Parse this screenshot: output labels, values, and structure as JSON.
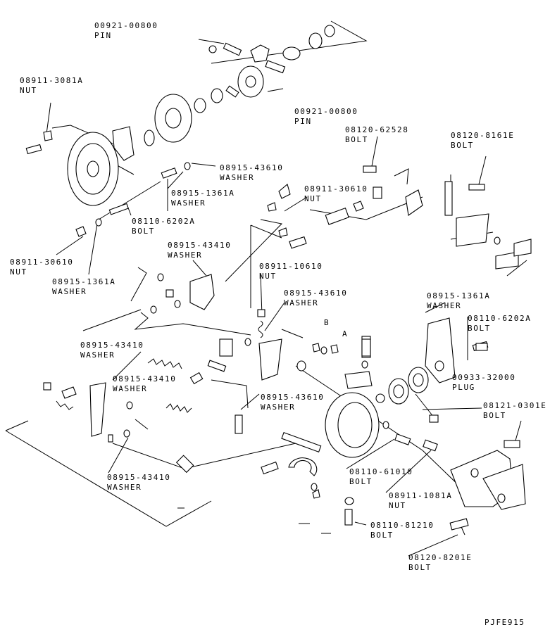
{
  "diagram": {
    "drawing_code": "PJFE915",
    "letters": {
      "a": "A",
      "b": "B"
    },
    "callouts": [
      {
        "id": "pin-top",
        "number": "00921-00800",
        "name": "PIN"
      },
      {
        "id": "pin-mid",
        "number": "00921-00800",
        "name": "PIN"
      },
      {
        "id": "nut-left",
        "number": "08911-3081A",
        "name": "NUT"
      },
      {
        "id": "washer-upper",
        "number": "08915-43610",
        "name": "WASHER"
      },
      {
        "id": "washer-pulley",
        "number": "08915-1361A",
        "name": "WASHER"
      },
      {
        "id": "bolt-pulley",
        "number": "08110-6202A",
        "name": "BOLT"
      },
      {
        "id": "nut-low-left",
        "number": "08911-30610",
        "name": "NUT"
      },
      {
        "id": "washer-low-left",
        "number": "08915-1361A",
        "name": "WASHER"
      },
      {
        "id": "bolt-top-mid",
        "number": "08120-62528",
        "name": "BOLT"
      },
      {
        "id": "bolt-top-right",
        "number": "08120-8161E",
        "name": "BOLT"
      },
      {
        "id": "nut-mid",
        "number": "08911-30610",
        "name": "NUT"
      },
      {
        "id": "washer-bracket",
        "number": "08915-43410",
        "name": "WASHER"
      },
      {
        "id": "nut-small",
        "number": "08911-10610",
        "name": "NUT"
      },
      {
        "id": "washer-center",
        "number": "08915-43610",
        "name": "WASHER"
      },
      {
        "id": "washer-right",
        "number": "08915-1361A",
        "name": "WASHER"
      },
      {
        "id": "bolt-right",
        "number": "08110-6202A",
        "name": "BOLT"
      },
      {
        "id": "washer-lever",
        "number": "08915-43410",
        "name": "WASHER"
      },
      {
        "id": "washer-spring",
        "number": "08915-43410",
        "name": "WASHER"
      },
      {
        "id": "washer-lower-center",
        "number": "08915-43610",
        "name": "WASHER"
      },
      {
        "id": "plug",
        "number": "00933-32000",
        "name": "PLUG"
      },
      {
        "id": "bolt-far-right",
        "number": "08121-0301E",
        "name": "BOLT"
      },
      {
        "id": "washer-bottom-left",
        "number": "08915-43410",
        "name": "WASHER"
      },
      {
        "id": "bolt-housing",
        "number": "08110-61010",
        "name": "BOLT"
      },
      {
        "id": "nut-lower-right",
        "number": "08911-1081A",
        "name": "NUT"
      },
      {
        "id": "bolt-bottom",
        "number": "08110-81210",
        "name": "BOLT"
      },
      {
        "id": "bolt-bottom-right",
        "number": "08120-8201E",
        "name": "BOLT"
      }
    ]
  }
}
